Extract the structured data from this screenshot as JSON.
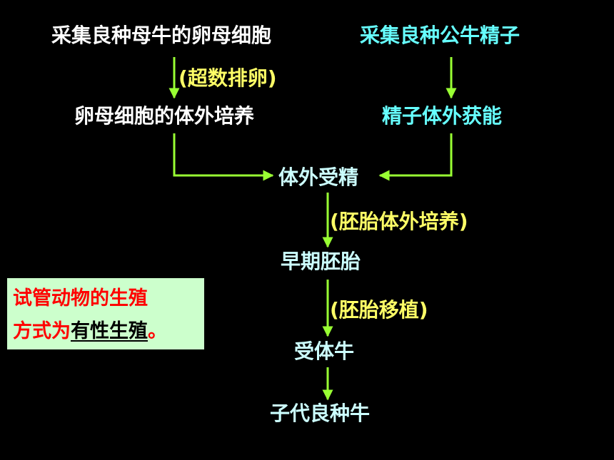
{
  "nodes": {
    "oocyte_collect": "采集良种母牛的卵母细胞",
    "sperm_collect": "采集良种公牛精子",
    "oocyte_culture": "卵母细胞的体外培养",
    "sperm_capacitation": "精子体外获能",
    "ivf": "体外受精",
    "early_embryo": "早期胚胎",
    "recipient": "受体牛",
    "offspring": "子代良种牛"
  },
  "annotations": {
    "superovulation": "(超数排卵)",
    "embryo_culture": "(胚胎体外培养)",
    "embryo_transfer": "(胚胎移植)"
  },
  "note": {
    "line1": "试管动物的生殖",
    "line2_prefix": "方式为",
    "line2_answer": "有性生殖",
    "line2_suffix": "。"
  },
  "colors": {
    "background": "#000000",
    "arrow": "#99ff33",
    "oocyte_text": "#ffffff",
    "sperm_text": "#66ffff",
    "flow_text": "#ccffff",
    "annotation_text": "#ffff66",
    "note_bg": "#ccffcc",
    "note_text": "#ff0000",
    "note_answer": "#000000"
  }
}
